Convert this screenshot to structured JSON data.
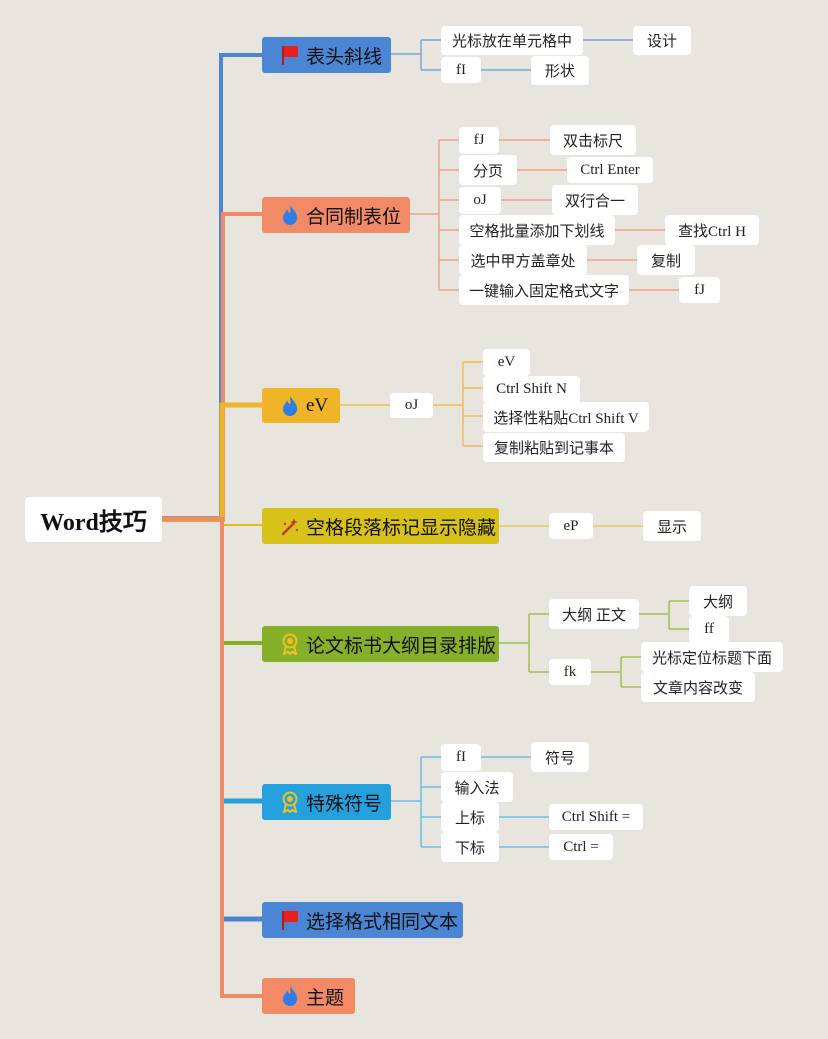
{
  "root": "Word技巧",
  "colors": {
    "background": "#e8e5de",
    "blue": "#4a86d4",
    "salmon": "#f28a66",
    "orange": "#f0b428",
    "yellow": "#d8c21a",
    "green": "#86b02a",
    "cyan": "#24a0dc"
  },
  "branches": [
    {
      "label": "表头斜线",
      "icon": "red-flag-icon",
      "children": [
        {
          "label": "光标放在单元格中",
          "children": [
            {
              "label": "设计"
            }
          ]
        },
        {
          "label": "fI",
          "children": [
            {
              "label": "形状"
            }
          ]
        }
      ]
    },
    {
      "label": "合同制表位",
      "icon": "flame-icon",
      "children": [
        {
          "label": "fJ",
          "children": [
            {
              "label": "双击标尺"
            }
          ]
        },
        {
          "label": "分页",
          "children": [
            {
              "label": "Ctrl Enter"
            }
          ]
        },
        {
          "label": "oJ",
          "children": [
            {
              "label": "双行合一"
            }
          ]
        },
        {
          "label": "空格批量添加下划线",
          "children": [
            {
              "label": "查找Ctrl H"
            }
          ]
        },
        {
          "label": "选中甲方盖章处",
          "children": [
            {
              "label": "复制"
            }
          ]
        },
        {
          "label": "一键输入固定格式文字",
          "children": [
            {
              "label": "fJ"
            }
          ]
        }
      ]
    },
    {
      "label": "eV",
      "icon": "flame-icon",
      "children": [
        {
          "label": "oJ",
          "children": [
            {
              "label": "eV"
            },
            {
              "label": "Ctrl Shift N"
            },
            {
              "label": "选择性粘贴Ctrl Shift V"
            },
            {
              "label": "复制粘贴到记事本"
            }
          ]
        }
      ]
    },
    {
      "label": "空格段落标记显示隐藏",
      "icon": "magic-wand-icon",
      "children": [
        {
          "label": "eP",
          "children": [
            {
              "label": "显示"
            }
          ]
        }
      ]
    },
    {
      "label": "论文标书大纲目录排版",
      "icon": "award-icon",
      "children": [
        {
          "label": "大纲 正文",
          "children": [
            {
              "label": "大纲"
            },
            {
              "label": "ff"
            }
          ]
        },
        {
          "label": "fk",
          "children": [
            {
              "label": "光标定位标题下面"
            },
            {
              "label": "文章内容改变"
            }
          ]
        }
      ]
    },
    {
      "label": "特殊符号",
      "icon": "award-icon",
      "children": [
        {
          "label": "fI",
          "children": [
            {
              "label": "符号"
            }
          ]
        },
        {
          "label": "输入法"
        },
        {
          "label": "上标",
          "children": [
            {
              "label": "Ctrl Shift ="
            }
          ]
        },
        {
          "label": "下标",
          "children": [
            {
              "label": "Ctrl ="
            }
          ]
        }
      ]
    },
    {
      "label": "选择格式相同文本",
      "icon": "red-flag-icon"
    },
    {
      "label": "主题",
      "icon": "flame-icon"
    }
  ]
}
